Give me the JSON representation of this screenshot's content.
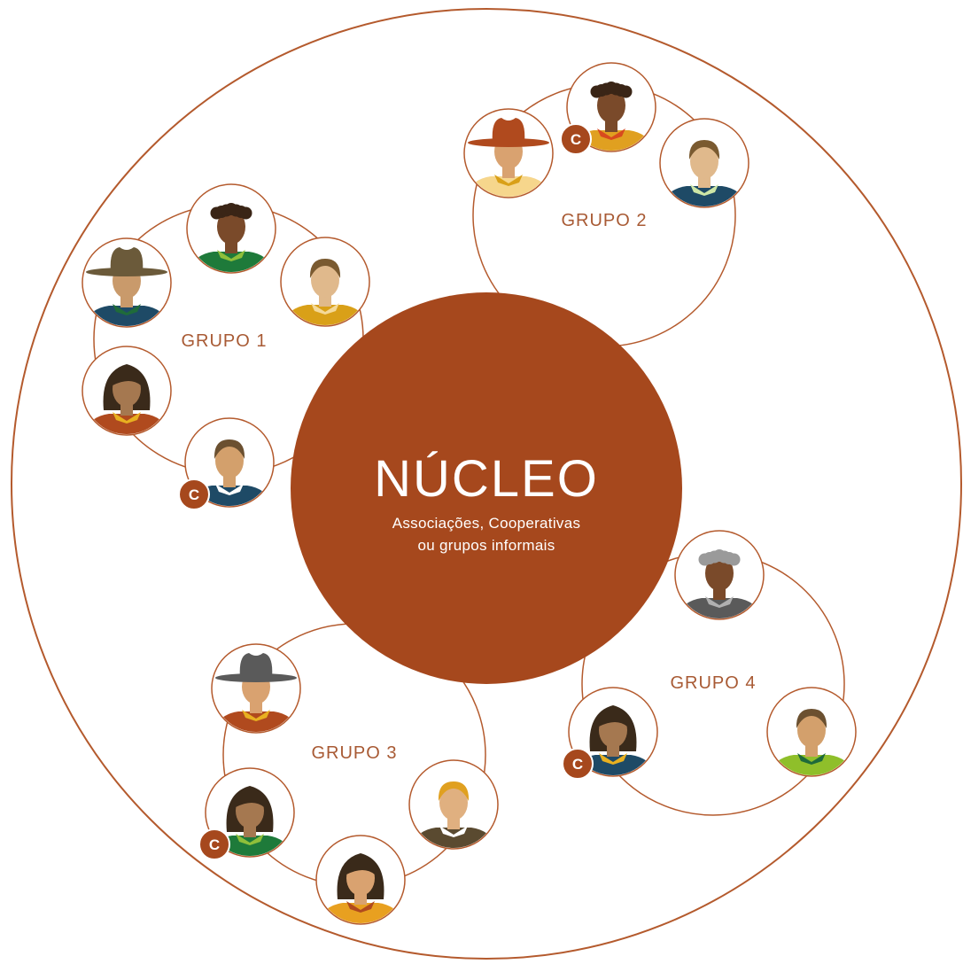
{
  "colors": {
    "accent": "#A6481D",
    "ring": "#B45A2D",
    "label": "#A85A34",
    "coordinator_badge": "#A6481D",
    "core_text": "#ffffff"
  },
  "core": {
    "title": "NÚCLEO",
    "subtitle_line1": "Associações, Cooperativas",
    "subtitle_line2": "ou grupos informais"
  },
  "groups": [
    {
      "label": "GRUPO 1",
      "members": [
        {
          "shirt": "#1E4A66",
          "collar": "#1F6B3A",
          "skin": "#C99A6B",
          "hair": "#6B5A3A",
          "hat": "#6B5A3A",
          "accessory": "hat",
          "coordinator": false
        },
        {
          "shirt": "#1E7A3A",
          "collar": "#8FBF3A",
          "skin": "#7A4A2A",
          "hair": "#3A2516",
          "hat": null,
          "accessory": "curly",
          "coordinator": false
        },
        {
          "shirt": "#D9A018",
          "collar": "#F4D999",
          "skin": "#E0B98C",
          "hair": "#7A5A30",
          "hat": null,
          "accessory": "short",
          "coordinator": false
        },
        {
          "shirt": "#B04A1E",
          "collar": "#E8B020",
          "skin": "#A57850",
          "hair": "#3A2A1A",
          "hat": null,
          "accessory": "long",
          "coordinator": false
        },
        {
          "shirt": "#1E4A66",
          "collar": "#ffffff",
          "skin": "#D3A06C",
          "hair": "#6B5030",
          "hat": null,
          "accessory": "short",
          "coordinator": true
        }
      ]
    },
    {
      "label": "GRUPO 2",
      "members": [
        {
          "shirt": "#F6D68C",
          "collar": "#D9A018",
          "skin": "#D9A270",
          "hair": "#B04A1E",
          "hat": "#B04A1E",
          "accessory": "hat",
          "coordinator": false
        },
        {
          "shirt": "#E0A020",
          "collar": "#D84A1E",
          "skin": "#7A4A2A",
          "hair": "#3A2516",
          "hat": null,
          "accessory": "curly",
          "coordinator": true
        },
        {
          "shirt": "#1E4A66",
          "collar": "#CDE6A6",
          "skin": "#E0B98C",
          "hair": "#7A5A30",
          "hat": null,
          "accessory": "short",
          "coordinator": false
        }
      ]
    },
    {
      "label": "GRUPO 3",
      "members": [
        {
          "shirt": "#B04A1E",
          "collar": "#E8B020",
          "skin": "#D9A270",
          "hair": "#5A5A5A",
          "hat": "#5A5A5A",
          "accessory": "hat",
          "coordinator": false
        },
        {
          "shirt": "#1E7A3A",
          "collar": "#8FBF3A",
          "skin": "#A57850",
          "hair": "#3A2A1A",
          "hat": null,
          "accessory": "long",
          "coordinator": true
        },
        {
          "shirt": "#E8A020",
          "collar": "#B04A1E",
          "skin": "#D9A270",
          "hair": "#3A2A1A",
          "hat": null,
          "accessory": "long",
          "coordinator": false
        },
        {
          "shirt": "#5A4A30",
          "collar": "#ffffff",
          "skin": "#E0B080",
          "hair": "#E0A020",
          "hat": null,
          "accessory": "short",
          "coordinator": false
        }
      ]
    },
    {
      "label": "GRUPO 4",
      "members": [
        {
          "shirt": "#5A5A5A",
          "collar": "#B0B0B0",
          "skin": "#7A4A2A",
          "hair": "#9A9A9A",
          "hat": null,
          "accessory": "curly",
          "coordinator": false
        },
        {
          "shirt": "#1E4A66",
          "collar": "#E8B020",
          "skin": "#A57850",
          "hair": "#3A2A1A",
          "hat": null,
          "accessory": "long",
          "coordinator": true
        },
        {
          "shirt": "#8FBF2A",
          "collar": "#1E6A3A",
          "skin": "#D3A06C",
          "hair": "#6B5030",
          "hat": null,
          "accessory": "short",
          "coordinator": false
        }
      ]
    }
  ],
  "coordinator_badge_letter": "C"
}
